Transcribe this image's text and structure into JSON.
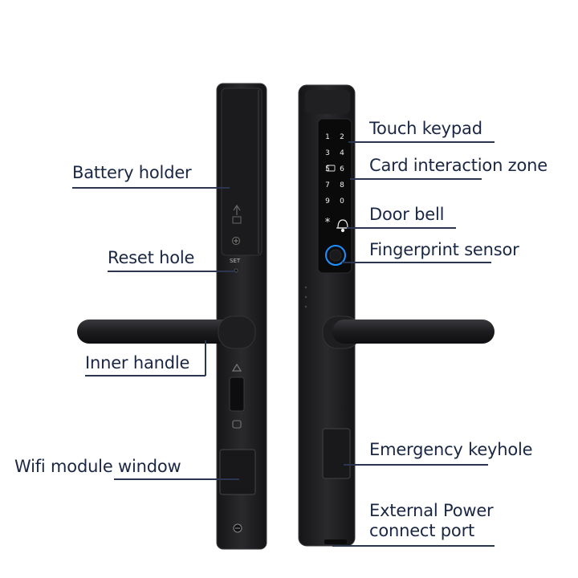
{
  "labels": {
    "battery_holder": "Battery holder",
    "reset_hole": "Reset hole",
    "inner_handle": "Inner handle",
    "wifi_module_window": "Wifi module window",
    "touch_keypad": "Touch keypad",
    "card_interaction_zone": "Card interaction zone",
    "door_bell": "Door bell",
    "fingerprint_sensor": "Fingerprint sensor",
    "emergency_keyhole": "Emergency keyhole",
    "external_power_line1": "External Power",
    "external_power_line2": "connect port"
  },
  "device": {
    "set_text": "SET",
    "keypad_keys": [
      "1",
      "2",
      "3",
      "4",
      "5",
      "6",
      "7",
      "8",
      "9",
      "0",
      "*"
    ]
  },
  "colors": {
    "body": "#1f1f21",
    "body_edge": "#3a3a3d",
    "text": "#1a2744",
    "fingerprint_ring": "#1e90ff"
  }
}
